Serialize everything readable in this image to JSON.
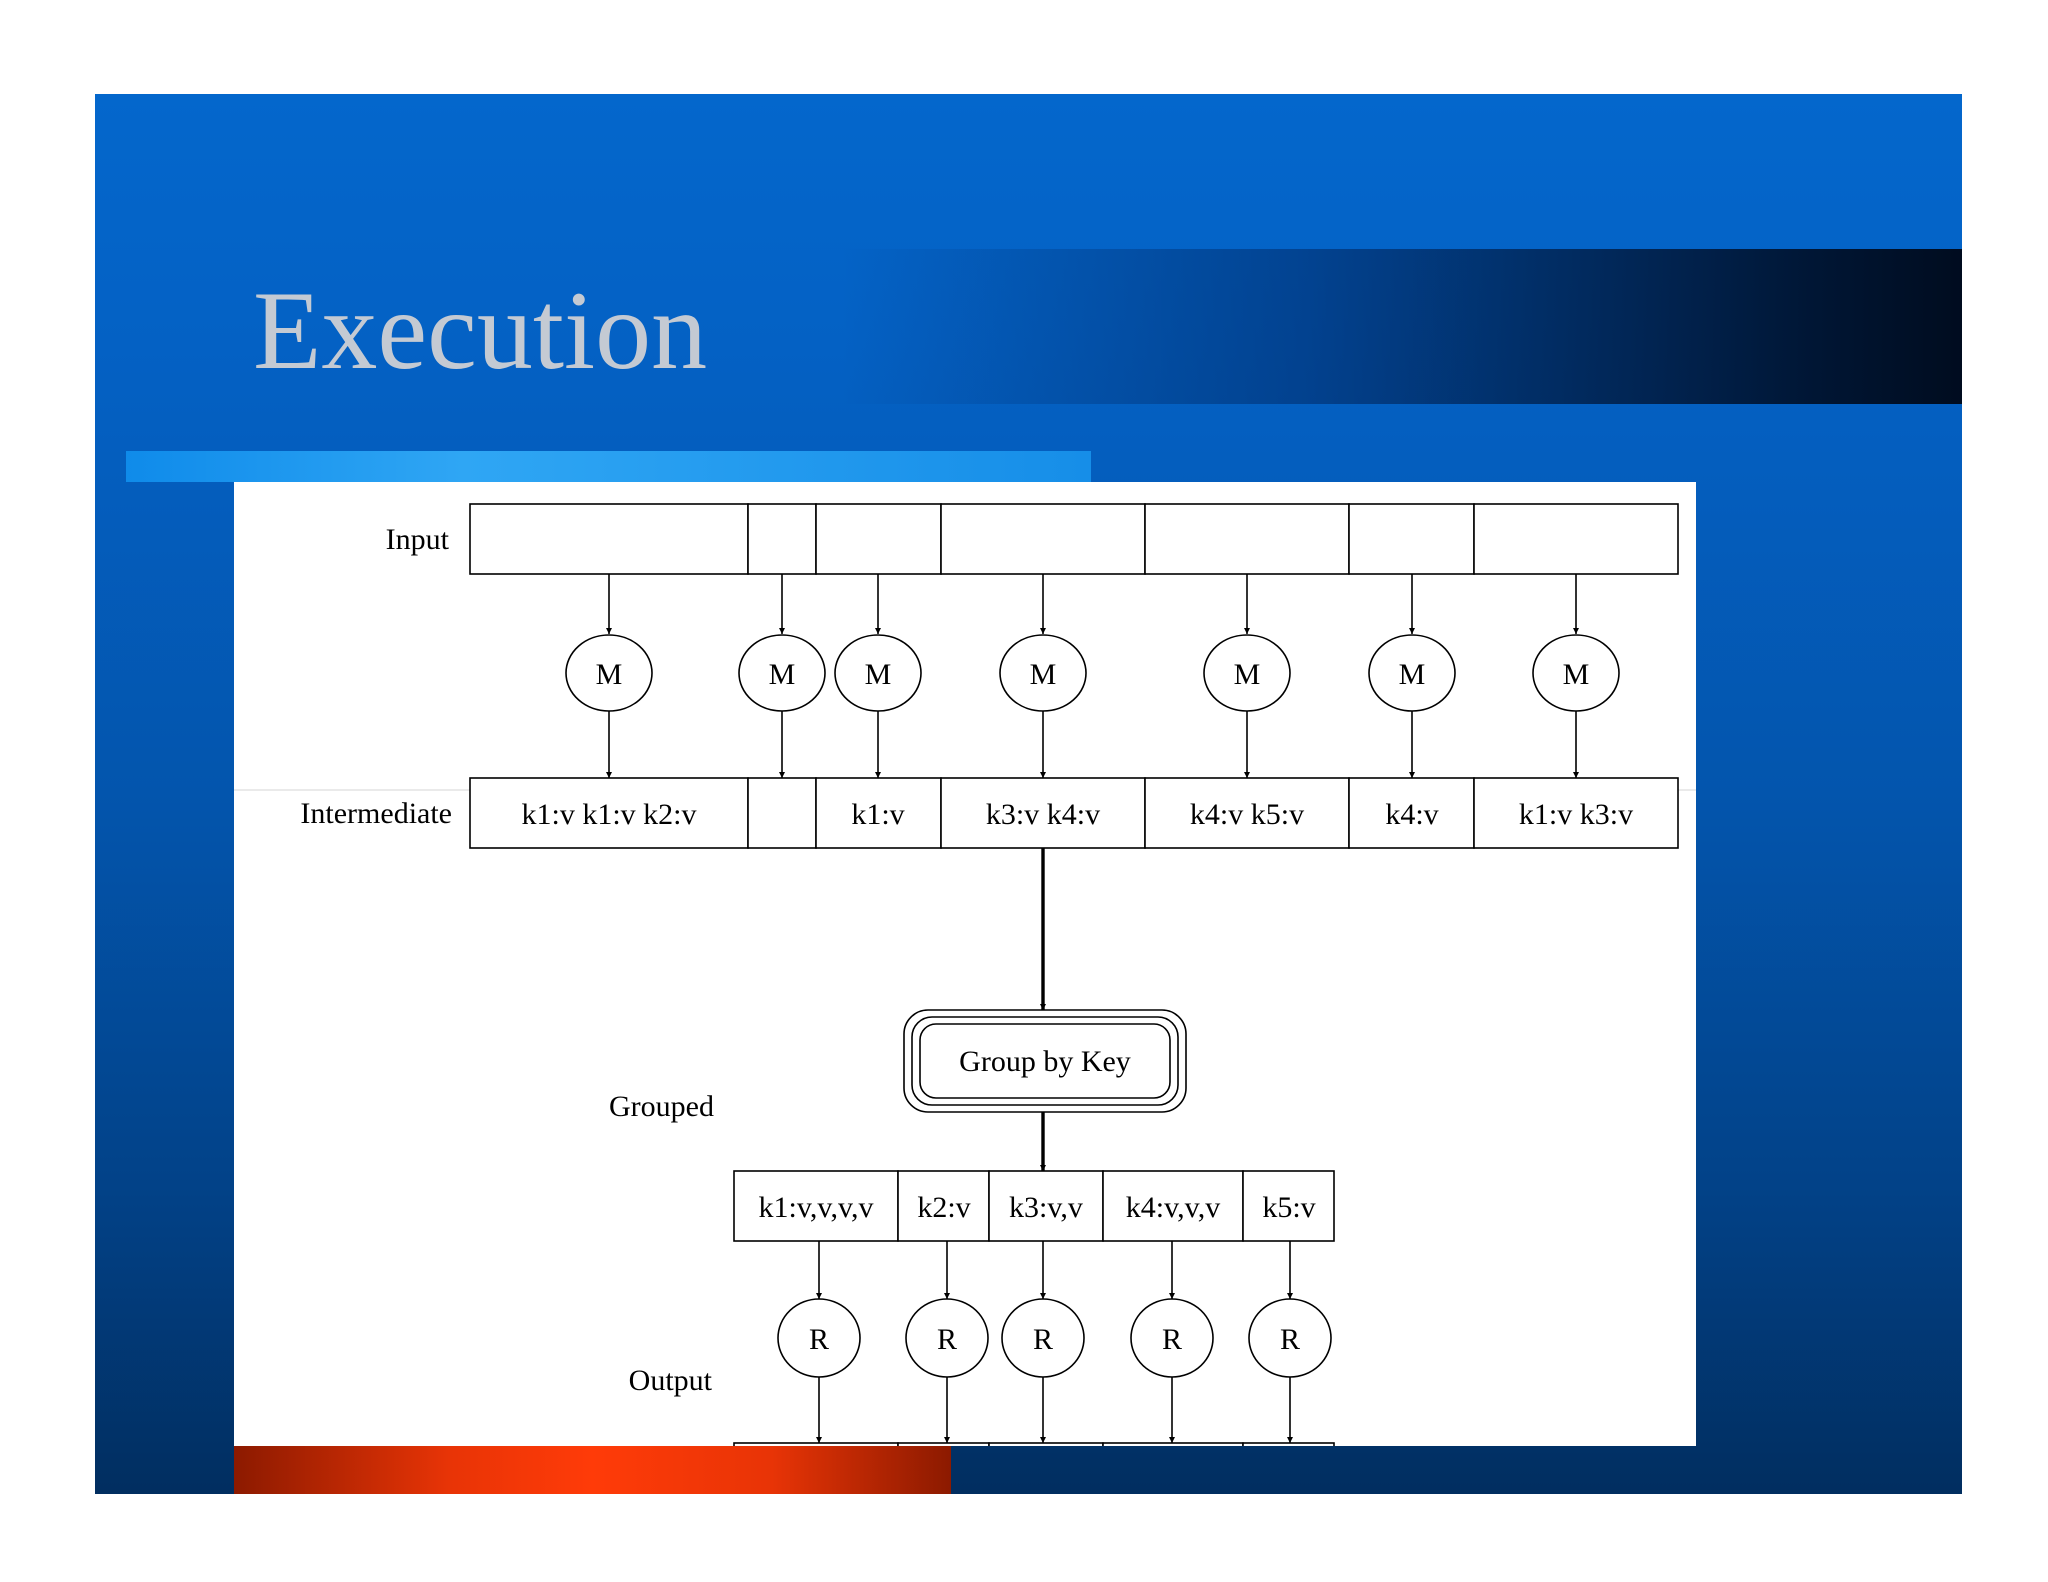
{
  "slide": {
    "title": "Execution"
  },
  "diagram": {
    "row_labels": {
      "input": "Input",
      "intermediate": "Intermediate",
      "grouped": "Grouped",
      "output": "Output"
    },
    "map_label": "M",
    "reduce_label": "R",
    "group_label": "Group by Key",
    "intermediate_cells": [
      "k1:v k1:v k2:v",
      "",
      "k1:v",
      "k3:v k4:v",
      "k4:v k5:v",
      "k4:v",
      "k1:v k3:v"
    ],
    "grouped_cells": [
      "k1:v,v,v,v",
      "k2:v",
      "k3:v,v",
      "k4:v,v,v",
      "k5:v"
    ],
    "output_cells": [
      "",
      "",
      "",
      "",
      ""
    ]
  }
}
